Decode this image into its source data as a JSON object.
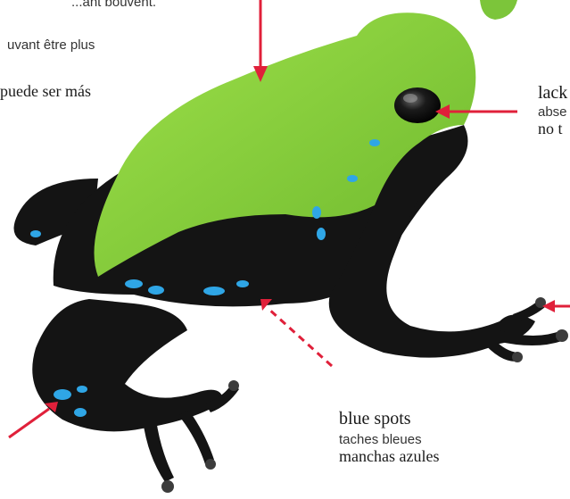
{
  "labels": {
    "top_fragment": "...ant bouvent.",
    "fr_fragment": "uvant être plus",
    "es_fragment": "puede ser más",
    "lack": {
      "en": "lack",
      "fr": "abse",
      "es": "no t"
    },
    "blue_spots": {
      "en": "blue spots",
      "fr": "taches bleues",
      "es": "manchas azules"
    }
  },
  "colors": {
    "frog_green": "#8ed43a",
    "frog_black": "#141414",
    "spot_blue": "#2fa6e6",
    "arrow_red": "#e0203a",
    "badge_green": "#7cc53a"
  }
}
